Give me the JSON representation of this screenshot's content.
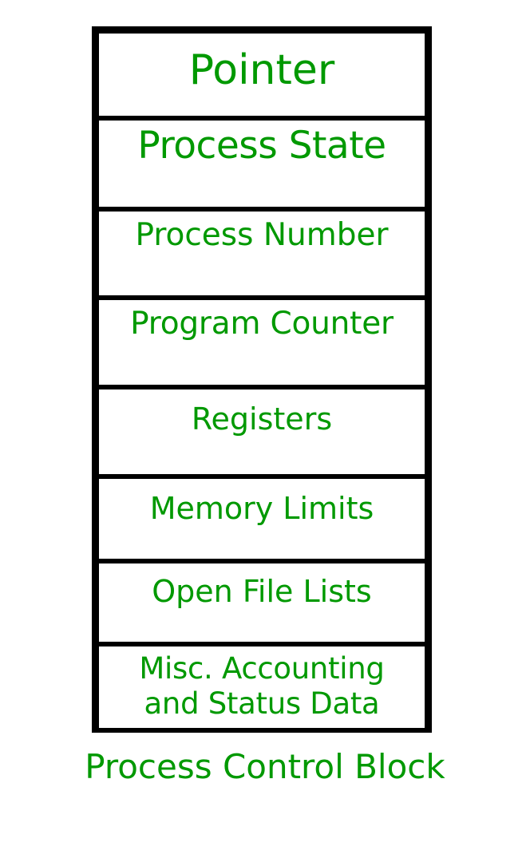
{
  "diagram": {
    "title": "Process Control Block",
    "colors": {
      "text": "#009900",
      "border": "#000000",
      "cell_background": "#ffffff",
      "page_background": "#ffffff"
    },
    "caption": "Process Control Block",
    "fields": [
      {
        "label": "Pointer",
        "align": "center"
      },
      {
        "label": "Process State",
        "align": "overflow"
      },
      {
        "label": "Process Number",
        "align": "center"
      },
      {
        "label": "Program Counter",
        "align": "overflow"
      },
      {
        "label": "Registers",
        "align": "center"
      },
      {
        "label": "Memory Limits",
        "align": "center"
      },
      {
        "label": "Open File Lists",
        "align": "center"
      },
      {
        "label": "Misc. Accounting and Status Data",
        "align": "overflow",
        "lines": [
          "Misc.  Accounting",
          "and Status Data"
        ]
      }
    ]
  }
}
